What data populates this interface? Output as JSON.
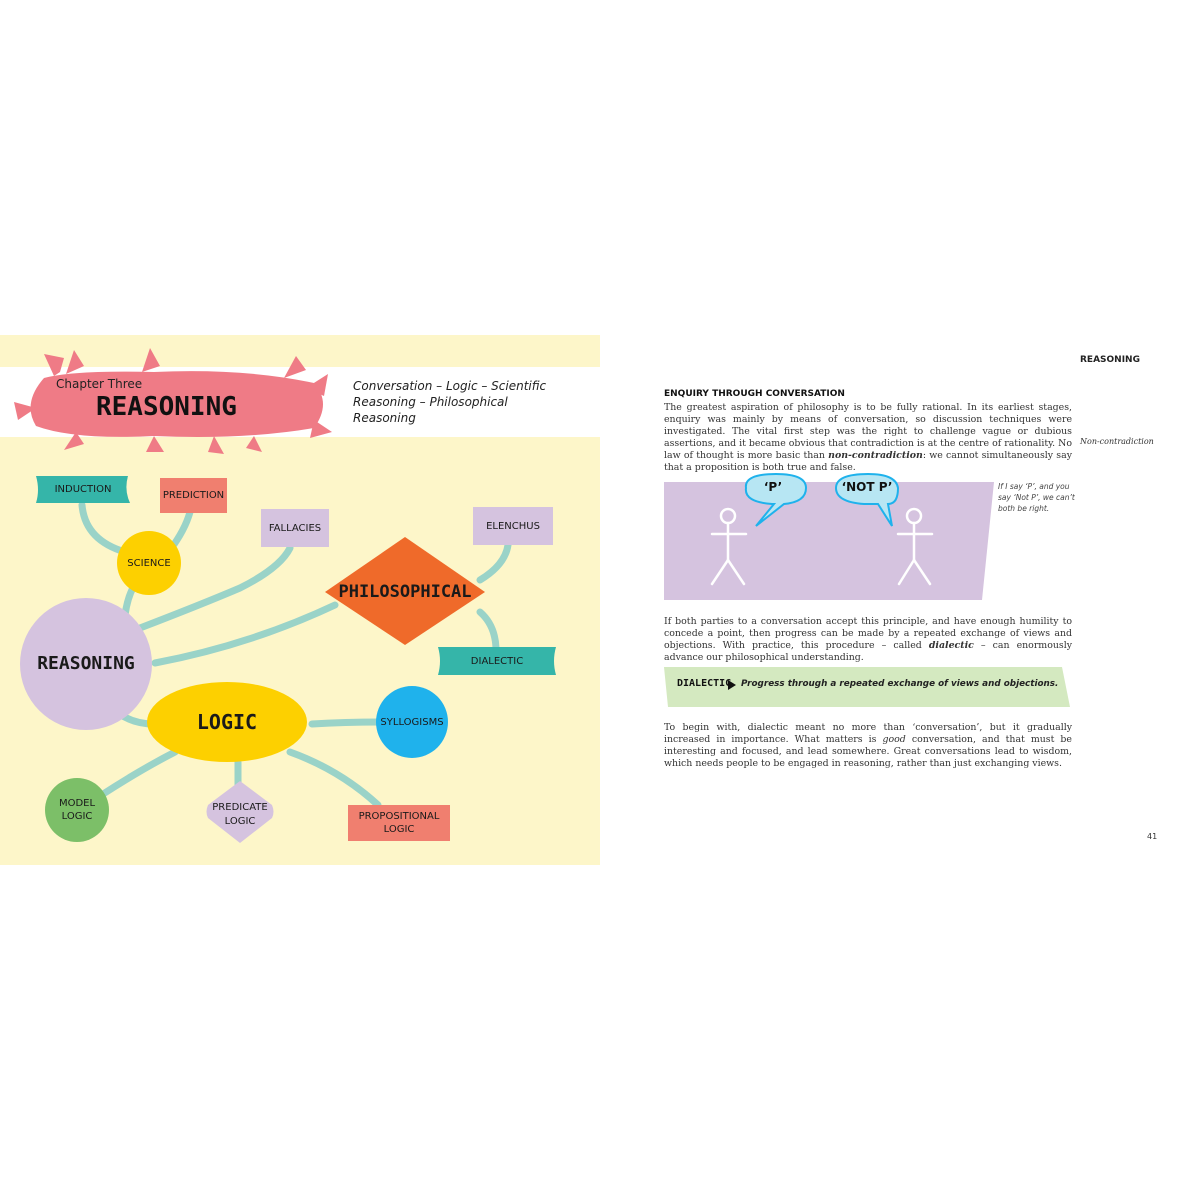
{
  "left_page": {
    "chapter_label": "Chapter Three",
    "chapter_title": "REASONING",
    "subtitle": "Conversation – Logic – Scientific Reasoning – Philosophical Reasoning",
    "mind_map": {
      "center": "REASONING",
      "nodes": {
        "induction": "INDUCTION",
        "prediction": "PREDICTION",
        "science": "SCIENCE",
        "fallacies": "FALLACIES",
        "elenchus": "ELENCHUS",
        "philosophical": "PHILOSOPHICAL",
        "dialectic": "DIALECTIC",
        "logic": "LOGIC",
        "syllogisms": "SYLLOGISMS",
        "model_logic_1": "MODEL",
        "model_logic_2": "LOGIC",
        "predicate_logic_1": "PREDICATE",
        "predicate_logic_2": "LOGIC",
        "propositional_logic_1": "PROPOSITIONAL",
        "propositional_logic_2": "LOGIC"
      },
      "colors": {
        "teal": "#35b5a9",
        "salmon": "#f07f6f",
        "yellow": "#fdd000",
        "lilac": "#d5c3df",
        "orange": "#ef6a2a",
        "blue": "#1fb2ec",
        "green": "#7cbf68",
        "pink": "#ef7b86",
        "connector": "#9ad3c8"
      }
    }
  },
  "right_page": {
    "running_head": "REASONING",
    "section_heading": "ENQUIRY THROUGH CONVERSATION",
    "para1_a": "The greatest aspiration of philosophy is to be fully rational. In its earliest stages, enquiry was mainly by means of conversation, so discussion techniques were investigated. The vital first step was the right to challenge vague or dubious assertions, and it became obvious that contradiction is at the centre of rationality. No law of thought is more basic than ",
    "para1_term": "non-contradiction",
    "para1_b": ": we cannot simultaneously say that a proposition is both true and false.",
    "margin_note": "Non-contradiction",
    "illustration": {
      "bubble_left": "‘P’",
      "bubble_right": "‘NOT P’",
      "caption": "If I say ‘P’, and you say ‘Not P’, we can’t both be right."
    },
    "para2_a": "If both parties to a conversation accept this principle, and have enough humility to concede a point, then progress can be made by a repeated exchange of views and objections. With practice, this procedure – called ",
    "para2_term": "dialectic",
    "para2_b": " – can enormously advance our philosophical understanding.",
    "definition": {
      "term": "DIALECTIC",
      "text": "Progress through a repeated exchange of views and objections."
    },
    "para3_a": "To begin with, dialectic meant no more than ‘conversation’, but it gradually increased in importance. What matters is ",
    "para3_term": "good",
    "para3_b": " conversation, and that must be interesting and focused, and lead somewhere. Great conversations lead to wisdom, which needs people to be engaged in reasoning, rather than just exchanging views.",
    "page_number": "41"
  }
}
